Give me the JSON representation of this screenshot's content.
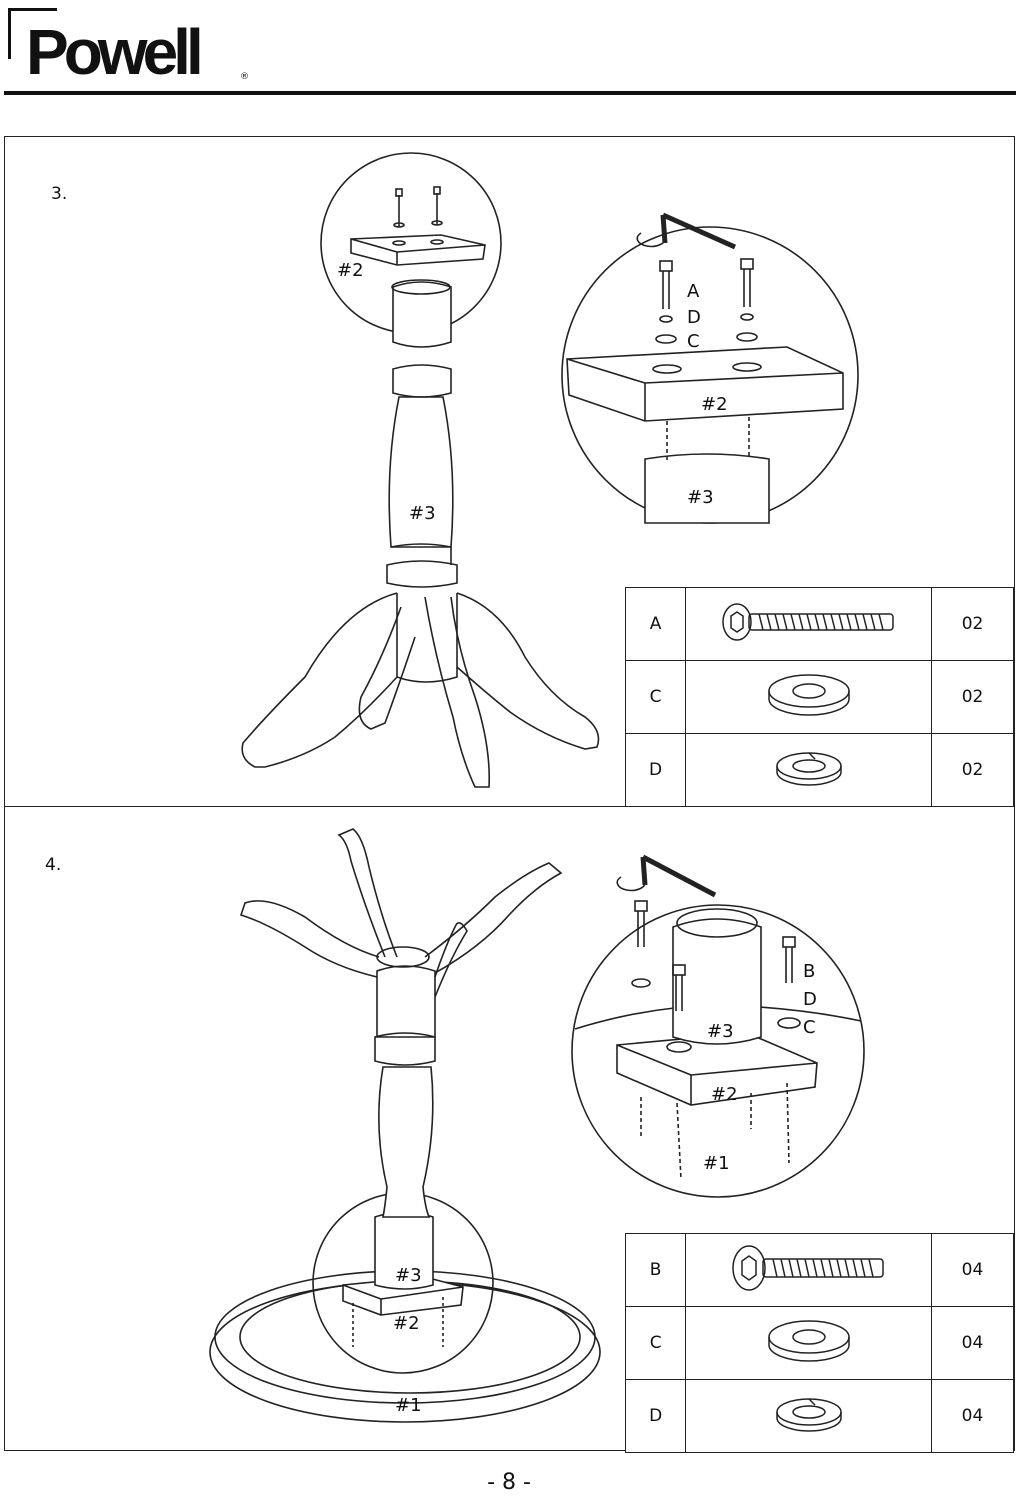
{
  "brand": {
    "name": "Powell",
    "registered": "®"
  },
  "steps": [
    {
      "number": "3.",
      "labels": {
        "part2": "#2",
        "part3": "#3",
        "detail_part2": "#2",
        "detail_part3": "#3",
        "hw_a": "A",
        "hw_d": "D",
        "hw_c": "C"
      },
      "parts": [
        {
          "code": "A",
          "icon": "bolt-icon",
          "qty": "02"
        },
        {
          "code": "C",
          "icon": "flat-washer-icon",
          "qty": "02"
        },
        {
          "code": "D",
          "icon": "lock-washer-icon",
          "qty": "02"
        }
      ]
    },
    {
      "number": "4.",
      "labels": {
        "part1": "#1",
        "part2": "#2",
        "part3": "#3",
        "detail_part1": "#1",
        "detail_part2": "#2",
        "detail_part3": "#3",
        "hw_b": "B",
        "hw_d": "D",
        "hw_c": "C"
      },
      "parts": [
        {
          "code": "B",
          "icon": "bolt-icon",
          "qty": "04"
        },
        {
          "code": "C",
          "icon": "flat-washer-icon",
          "qty": "04"
        },
        {
          "code": "D",
          "icon": "lock-washer-icon",
          "qty": "04"
        }
      ]
    }
  ],
  "page_number": "- 8 -"
}
